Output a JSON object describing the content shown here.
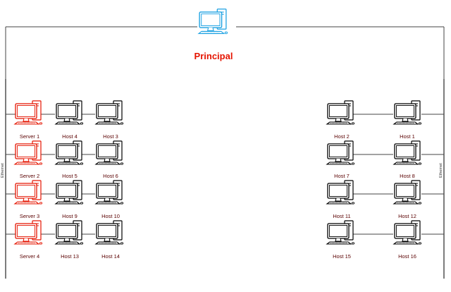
{
  "title": "Principal",
  "ethernet_left": "Ethernet",
  "ethernet_right": "Ethernet",
  "colors": {
    "principal": "#1ba1e2",
    "server": "#e51400",
    "host": "#000000",
    "label": "#5a0000",
    "line": "#444444"
  },
  "icons": {
    "principal": "desktop-computer-icon",
    "server": "server-computer-icon",
    "host": "host-computer-icon"
  },
  "left_rows": [
    {
      "server": "Server 1",
      "a": "Host 4",
      "b": "Host 3"
    },
    {
      "server": "Server 2",
      "a": "Host 5",
      "b": "Host 6"
    },
    {
      "server": "Server 3",
      "a": "Host 9",
      "b": "Host 10"
    },
    {
      "server": "Server 4",
      "a": "Host 13",
      "b": "Host 14"
    }
  ],
  "right_rows": [
    {
      "a": "Host 2",
      "b": "Host 1"
    },
    {
      "a": "Host 7",
      "b": "Host 8"
    },
    {
      "a": "Host 11",
      "b": "Host 12"
    },
    {
      "a": "Host 15",
      "b": "Host 16"
    }
  ]
}
